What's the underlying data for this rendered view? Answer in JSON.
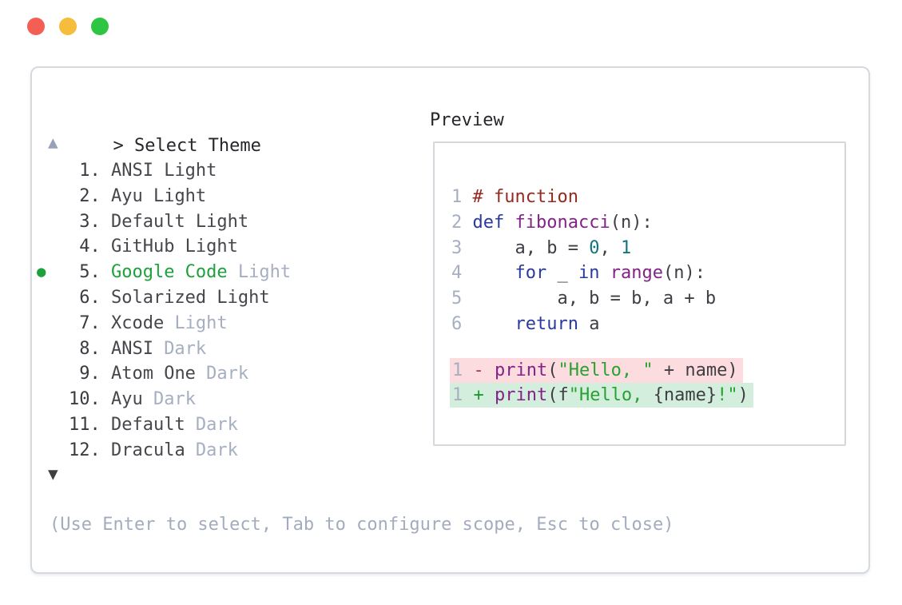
{
  "colors": {
    "accent_green": "#1da13c",
    "muted_gray": "#a6afc1",
    "text_dark": "#3a3a40",
    "comment_red": "#95291f",
    "keyword_blue": "#2b3a9e",
    "function_purple": "#842387",
    "number_teal": "#10767c",
    "string_green": "#28a132",
    "diff_removed_bg": "#fcdcde",
    "diff_added_bg": "#d4eedd",
    "traffic_red": "#f45f55",
    "traffic_yellow": "#f5bd3b",
    "traffic_green": "#2ec542"
  },
  "icons": {
    "scroll_up": "▲",
    "scroll_down": "▼",
    "selected_bullet": "●"
  },
  "prompt": {
    "caret": ">",
    "title": "Select Theme"
  },
  "theme_list": {
    "selected_number": 5,
    "items": [
      {
        "number": "1.",
        "name": "ANSI Light",
        "suffix": ""
      },
      {
        "number": "2.",
        "name": "Ayu Light",
        "suffix": ""
      },
      {
        "number": "3.",
        "name": "Default Light",
        "suffix": ""
      },
      {
        "number": "4.",
        "name": "GitHub Light",
        "suffix": ""
      },
      {
        "number": "5.",
        "name": "Google Code",
        "suffix": "Light"
      },
      {
        "number": "6.",
        "name": "Solarized Light",
        "suffix": ""
      },
      {
        "number": "7.",
        "name": "Xcode",
        "suffix": "Light"
      },
      {
        "number": "8.",
        "name": "ANSI",
        "suffix": "Dark"
      },
      {
        "number": "9.",
        "name": "Atom One",
        "suffix": "Dark"
      },
      {
        "number": "10.",
        "name": "Ayu",
        "suffix": "Dark"
      },
      {
        "number": "11.",
        "name": "Default",
        "suffix": "Dark"
      },
      {
        "number": "12.",
        "name": "Dracula",
        "suffix": "Dark"
      }
    ]
  },
  "preview": {
    "label": "Preview",
    "code_lines": [
      {
        "num": "1",
        "tokens": [
          {
            "t": "# function",
            "c": "comment"
          }
        ]
      },
      {
        "num": "2",
        "tokens": [
          {
            "t": "def",
            "c": "kw"
          },
          {
            "t": " ",
            "c": "plain"
          },
          {
            "t": "fibonacci",
            "c": "fn"
          },
          {
            "t": "(n):",
            "c": "plain"
          }
        ]
      },
      {
        "num": "3",
        "tokens": [
          {
            "t": "    a, b = ",
            "c": "plain"
          },
          {
            "t": "0",
            "c": "num"
          },
          {
            "t": ", ",
            "c": "plain"
          },
          {
            "t": "1",
            "c": "num"
          }
        ]
      },
      {
        "num": "4",
        "tokens": [
          {
            "t": "    ",
            "c": "plain"
          },
          {
            "t": "for",
            "c": "kw"
          },
          {
            "t": " _ ",
            "c": "plain"
          },
          {
            "t": "in",
            "c": "kw"
          },
          {
            "t": " ",
            "c": "plain"
          },
          {
            "t": "range",
            "c": "fn"
          },
          {
            "t": "(n):",
            "c": "plain"
          }
        ]
      },
      {
        "num": "5",
        "tokens": [
          {
            "t": "        a, b = b, a + b",
            "c": "plain"
          }
        ]
      },
      {
        "num": "6",
        "tokens": [
          {
            "t": "    ",
            "c": "plain"
          },
          {
            "t": "return",
            "c": "kw"
          },
          {
            "t": " a",
            "c": "plain"
          }
        ]
      }
    ],
    "diff": {
      "removed": {
        "num": "1",
        "sign": "-",
        "tokens": [
          {
            "t": "print",
            "c": "fn"
          },
          {
            "t": "(",
            "c": "plain"
          },
          {
            "t": "\"Hello, \"",
            "c": "str"
          },
          {
            "t": " + name)",
            "c": "plain"
          }
        ]
      },
      "added": {
        "num": "1",
        "sign": "+",
        "tokens": [
          {
            "t": "print",
            "c": "fn"
          },
          {
            "t": "(f",
            "c": "plain"
          },
          {
            "t": "\"Hello, ",
            "c": "str"
          },
          {
            "t": "{name}",
            "c": "plain"
          },
          {
            "t": "!\"",
            "c": "str"
          },
          {
            "t": ")",
            "c": "plain"
          }
        ]
      }
    }
  },
  "help": {
    "text": "(Use Enter to select, Tab to configure scope, Esc to close)"
  }
}
